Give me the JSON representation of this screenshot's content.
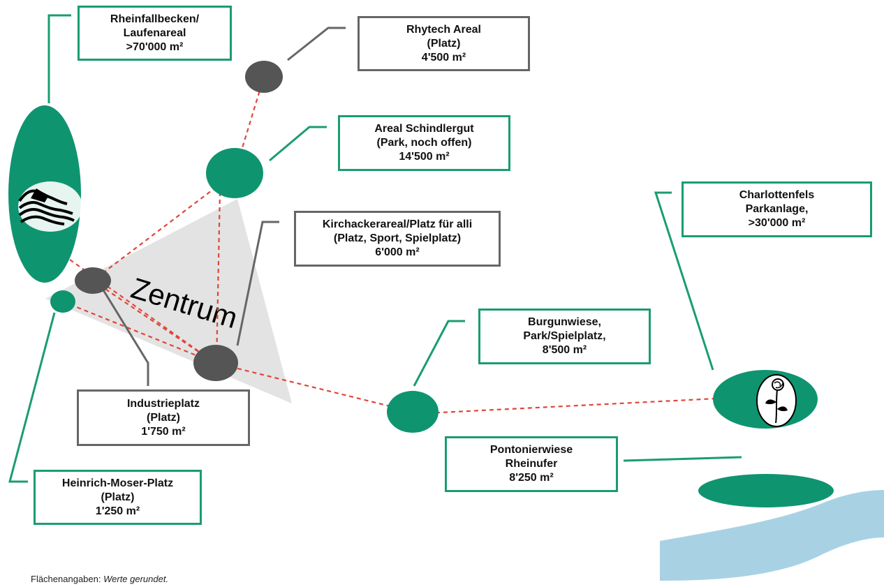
{
  "colors": {
    "green": "#0f9470",
    "green_line": "#1a9c72",
    "grey": "#555555",
    "grey_line": "#666666",
    "link_dashed": "#e0453a",
    "zentrum_area": "#e3e3e3",
    "river": "#a8d2e4"
  },
  "zentrum_label": "Zentrum",
  "places": [
    {
      "id": "rheinfallbecken",
      "lines": [
        "Rheinfallbecken/",
        "Laufenareal",
        ">70'000 m²"
      ],
      "kind": "park"
    },
    {
      "id": "rhytech",
      "lines": [
        "Rhytech Areal",
        "(Platz)",
        "4'500 m²"
      ],
      "kind": "platz"
    },
    {
      "id": "schindlergut",
      "lines": [
        "Areal Schindlergut",
        "(Park, noch offen)",
        "14'500 m²"
      ],
      "kind": "park"
    },
    {
      "id": "kirchacker",
      "lines": [
        "Kirchackerareal/Platz für alli",
        "(Platz, Sport, Spielplatz)",
        "6'000 m²"
      ],
      "kind": "platz"
    },
    {
      "id": "charlottenfels",
      "lines": [
        "Charlottenfels",
        "Parkanlage,",
        ">30'000 m²"
      ],
      "kind": "park"
    },
    {
      "id": "burgunwiese",
      "lines": [
        "Burgunwiese,",
        "Park/Spielplatz,",
        "8'500 m²"
      ],
      "kind": "park"
    },
    {
      "id": "industrieplatz",
      "lines": [
        "Industrieplatz",
        "(Platz)",
        "1'750 m²"
      ],
      "kind": "platz"
    },
    {
      "id": "pontonierwiese",
      "lines": [
        "Pontonierwiese",
        "Rheinufer",
        "8'250 m²"
      ],
      "kind": "park"
    },
    {
      "id": "heinrich_moser",
      "lines": [
        "Heinrich-Moser-Platz",
        "(Platz)",
        "1'250 m²"
      ],
      "kind": "platz"
    }
  ],
  "footer": {
    "prefix": "Flächenangaben: ",
    "note": "Werte gerundet."
  }
}
